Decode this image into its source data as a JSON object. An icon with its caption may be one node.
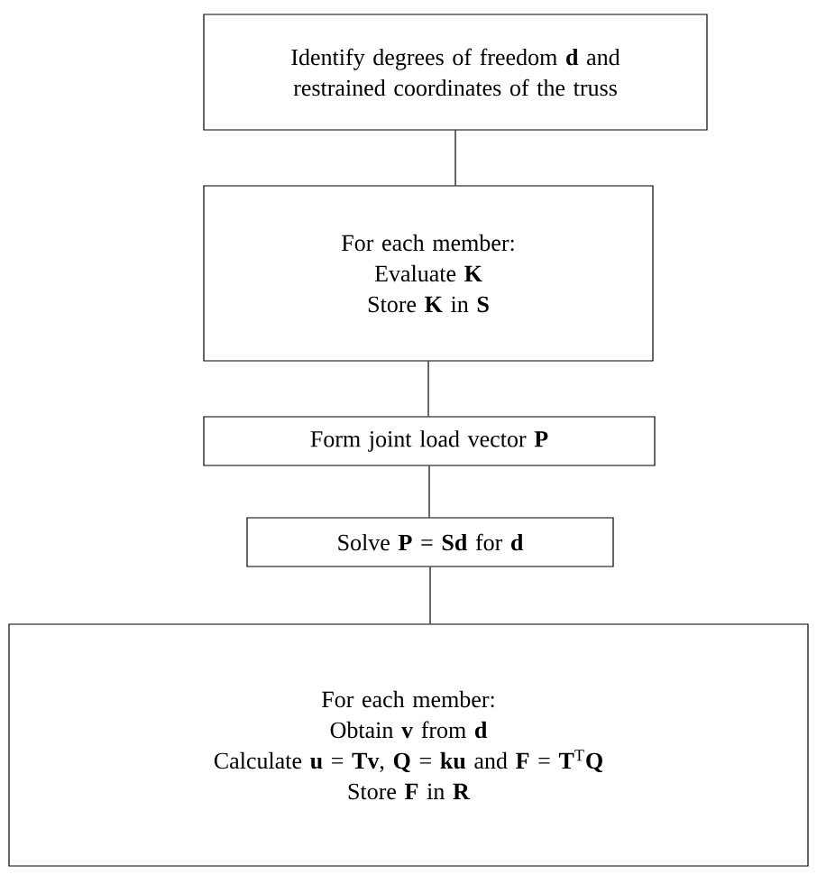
{
  "diagram": {
    "nodes": [
      {
        "text": [
          "Identify degrees of freedom **d** and restrained coordinates of the truss"
        ]
      },
      {
        "text": [
          "For each member:",
          "Evaluate **K**",
          "Store **K** in **S**"
        ]
      },
      {
        "text": [
          "Form joint load vector **P**"
        ]
      },
      {
        "text": [
          "Solve **P** = **Sd** for **d**"
        ]
      },
      {
        "text": [
          "For each member:",
          "Obtain **v** from **d**",
          "Calculate **u** = **Tv**, **Q** = **ku** and **F** = **T**$^{T}$**Q**",
          "Store **F** in **R**"
        ]
      }
    ],
    "edges": [
      {
        "from": 0,
        "to": 1,
        "arrow": "none"
      },
      {
        "from": 1,
        "to": 2,
        "arrow": "none"
      },
      {
        "from": 2,
        "to": 3,
        "arrow": "none"
      },
      {
        "from": 3,
        "to": 4,
        "arrow": "none"
      }
    ]
  }
}
